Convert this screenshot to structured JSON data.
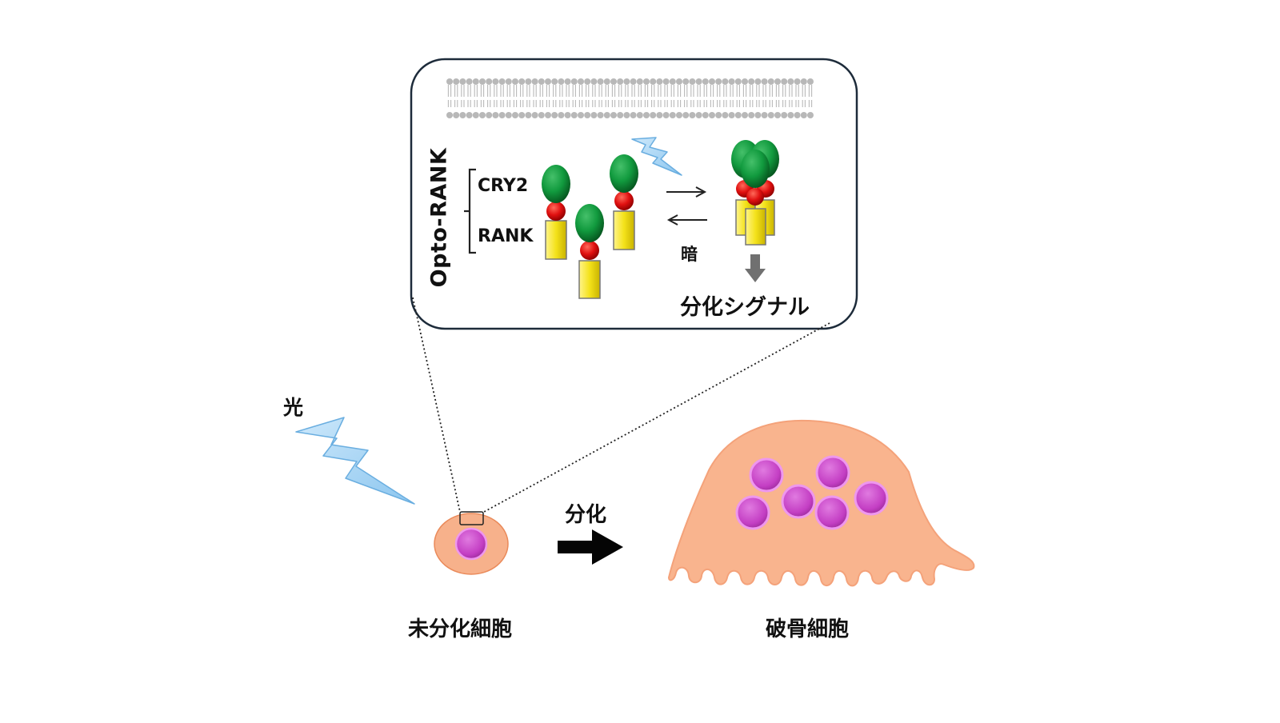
{
  "labels": {
    "opto_rank": "Opto-RANK",
    "cry2": "CRY2",
    "rank": "RANK",
    "dark": "暗",
    "differentiation_signal": "分化シグナル",
    "light": "光",
    "differentiation": "分化",
    "undifferentiated_cell": "未分化細胞",
    "osteoclast": "破骨細胞"
  },
  "icons": {
    "lightning": "lightning-bolt-icon",
    "arrow_forward": "right-arrow-icon",
    "arrow_back": "left-arrow-icon",
    "arrow_down": "down-arrow-icon",
    "arrow_differentiation": "thick-right-arrow-icon"
  },
  "colors": {
    "cry2_domain": "#0e8a3a",
    "linker_ball": "#e01010",
    "rank_domain": "#f2e21a",
    "cell_body": "#f6b18a",
    "nucleus": "#c94ac9",
    "lightning": "#9fd0f2",
    "membrane": "#b8b8b8"
  }
}
